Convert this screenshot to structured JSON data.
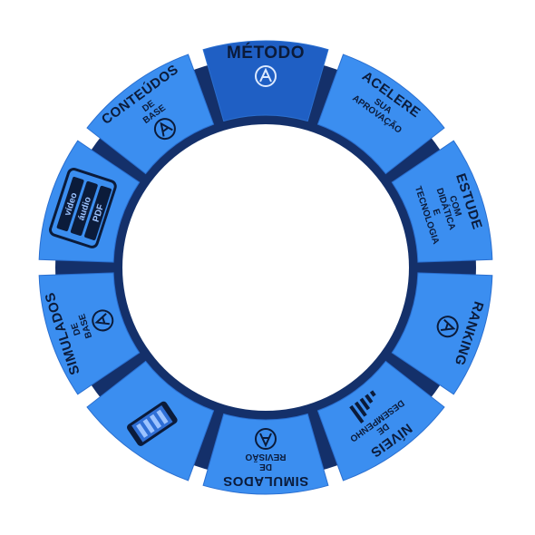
{
  "segments": [
    {
      "id": "metodo",
      "title": "MÉTODO",
      "lines": [],
      "icon": "qa-logo-icon",
      "highlight": true
    },
    {
      "id": "acelere",
      "title": "ACELERE",
      "lines": [
        "SUA",
        "APROVAÇÃO"
      ],
      "icon": "",
      "highlight": false
    },
    {
      "id": "estude",
      "title": "ESTUDE",
      "lines": [
        "COM",
        "DIDÁTICA",
        "E",
        "TECNOLOGIA"
      ],
      "icon": "",
      "highlight": false
    },
    {
      "id": "ranking",
      "title": "RANKING",
      "lines": [],
      "icon": "qa-logo-icon",
      "highlight": false
    },
    {
      "id": "niveis",
      "title": "NÍVEIS",
      "lines": [
        "DE",
        "DESEMPENHO"
      ],
      "icon": "performance-levels-icon",
      "highlight": false
    },
    {
      "id": "simulados-revisao",
      "title": "SIMULADOS",
      "lines": [
        "DE",
        "REVISÃO"
      ],
      "icon": "qa-logo-icon",
      "highlight": false
    },
    {
      "id": "mobile",
      "title": "",
      "lines": [],
      "icon": "smartphone-icon",
      "highlight": false
    },
    {
      "id": "simulados-base",
      "title": "SIMULADOS",
      "lines": [
        "DE",
        "BASE"
      ],
      "icon": "qa-logo-icon",
      "highlight": false
    },
    {
      "id": "media",
      "title": "",
      "lines": [],
      "icon": "media-formats-icon",
      "highlight": false,
      "media": [
        "vídeo",
        "áudio",
        "PDF"
      ]
    },
    {
      "id": "conteudos",
      "title": "CONTEÚDOS",
      "lines": [
        "DE",
        "BASE"
      ],
      "icon": "qa-logo-icon",
      "highlight": false
    }
  ],
  "colors": {
    "segment": "#3b8ef0",
    "segment_highlight": "#1f5fc4",
    "ring": "#14306a",
    "text": "#0b1b3a"
  }
}
